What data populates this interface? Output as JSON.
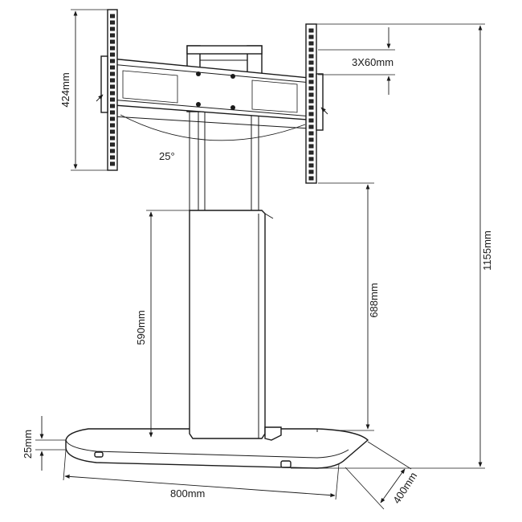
{
  "dimensions": {
    "screen_height": "424mm",
    "vesa_spacing": "3X60mm",
    "tilt_angle": "25°",
    "column_height": "590mm",
    "bracket_to_base": "688mm",
    "total_height": "1155mm",
    "base_thickness": "25mm",
    "base_width": "800mm",
    "base_depth": "400mm"
  }
}
